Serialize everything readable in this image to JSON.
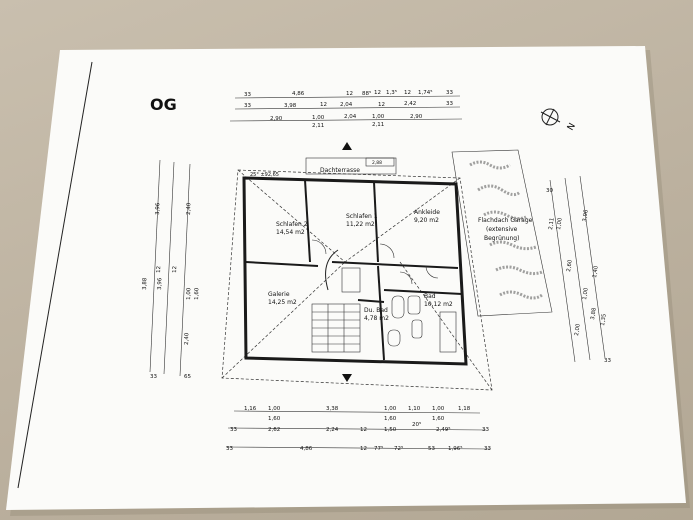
{
  "floor_label": "OG",
  "north_label": "N",
  "rooms": [
    {
      "name": "Schlafen 2",
      "area": "14,54 m2"
    },
    {
      "name": "Schlafen 1",
      "area": "11,22 m2"
    },
    {
      "name": "Ankleide",
      "area": "9,20 m2"
    },
    {
      "name": "Galerie",
      "area": "14,25 m2"
    },
    {
      "name": "Du. Bad",
      "area": "4,78 m2"
    },
    {
      "name": "Bad",
      "area": "10,12 m2"
    }
  ],
  "labels": {
    "terrace": "Dachterrasse",
    "flat_roof_1": "Flachdach Garage",
    "flat_roof_2": "(extensive",
    "flat_roof_3": "Begrünung)",
    "roof_slope": "25° ±92,65",
    "small_box": "2,88"
  },
  "dims_top": {
    "row1": [
      "33",
      "4,86",
      "12",
      "88⁵",
      "12",
      "1,3⁵",
      "12",
      "1,74⁵",
      "33"
    ],
    "row2": [
      "33",
      "3,98",
      "12",
      "2,04",
      "12",
      "2,42",
      "33"
    ],
    "row3": [
      "2,90",
      "1,00",
      "2,11",
      "2,04",
      "1,00",
      "2,11",
      "2,90"
    ]
  },
  "dims_bottom": {
    "row1": [
      "1,16",
      "1,00",
      "3,38",
      "1,00",
      "1,10",
      "1,00",
      "1,18"
    ],
    "row1b": [
      "1,60",
      "1,60",
      "1,60"
    ],
    "row2": [
      "33",
      "2,62",
      "2,24",
      "12",
      "1,50",
      "20⁵",
      "2,49⁵",
      "33"
    ],
    "row3": [
      "33",
      "4,86",
      "12",
      "77⁵",
      "72⁵",
      "53",
      "1,96⁵",
      "33"
    ]
  },
  "dims_left": [
    "33",
    "3,88",
    "12",
    "3,96",
    "12",
    "3,96",
    "2,40",
    "1,00",
    "1,60",
    "2,40",
    "65"
  ],
  "dims_right": [
    "30",
    "2,11",
    "1,00",
    "2,60",
    "1,40",
    "3,96",
    "2,00",
    "1,00",
    "3,88",
    "1,35",
    "33"
  ]
}
